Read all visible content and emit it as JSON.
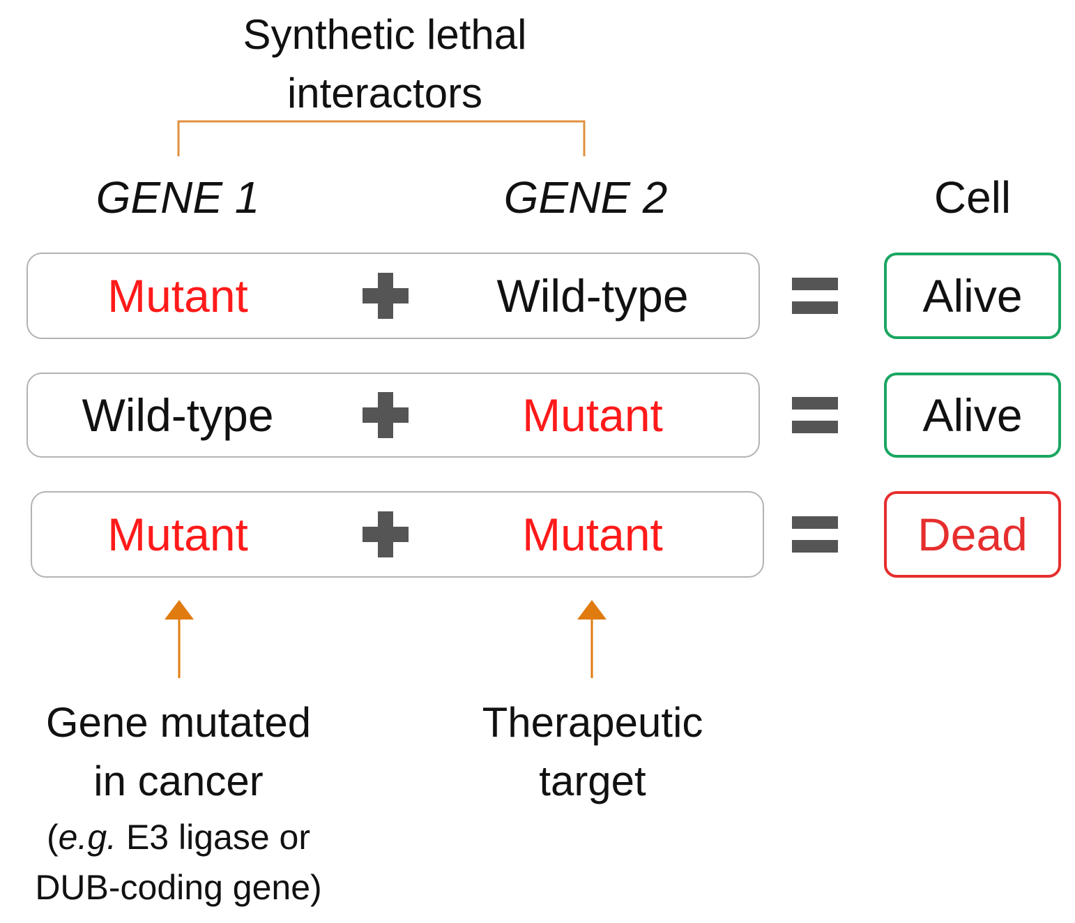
{
  "title": {
    "line1": "Synthetic  lethal",
    "line2": "interactors"
  },
  "headers": {
    "gene1": "GENE 1",
    "gene2": "GENE 2",
    "cell": "Cell"
  },
  "rows": [
    {
      "gene1": "Mutant",
      "gene2": "Wild-type",
      "outcome": "Alive"
    },
    {
      "gene1": "Wild-type",
      "gene2": "Mutant",
      "outcome": "Alive"
    },
    {
      "gene1": "Mutant",
      "gene2": "Mutant",
      "outcome": "Dead"
    }
  ],
  "annotations": {
    "gene1": {
      "line1": "Gene  mutated",
      "line2": "in cancer",
      "note_open": "(",
      "note_italic": "e.g.",
      "note_rest": " E3 ligase or",
      "note_line2": "DUB-coding gene)"
    },
    "gene2": {
      "line1": "Therapeutic",
      "line2": "target"
    }
  },
  "colors": {
    "mutant": "#ff1a1a",
    "wildtype": "#111111",
    "alive": "#1aa661",
    "dead": "#e62e2e",
    "bracket": "#e09040",
    "arrow": "#e07b10",
    "operator": "#555555",
    "row_border": "#b3b3b3"
  }
}
